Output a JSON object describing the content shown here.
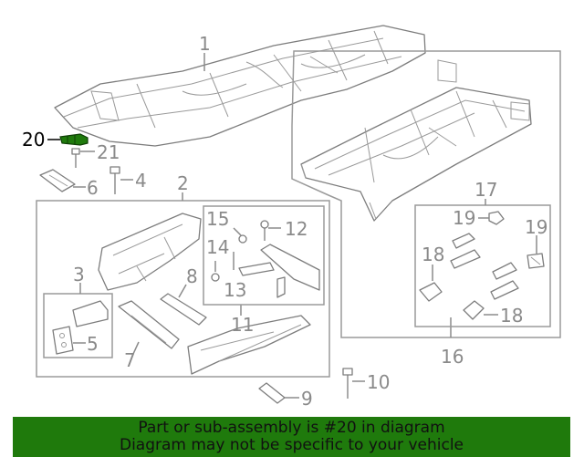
{
  "callouts": {
    "c1": "1",
    "c2": "2",
    "c3": "3",
    "c4": "4",
    "c5": "5",
    "c6": "6",
    "c7": "7",
    "c8": "8",
    "c9": "9",
    "c10": "10",
    "c11": "11",
    "c12": "12",
    "c13": "13",
    "c14": "14",
    "c15": "15",
    "c16": "16",
    "c17": "17",
    "c18a": "18",
    "c18b": "18",
    "c19a": "19",
    "c19b": "19",
    "c20": "20",
    "c21": "21"
  },
  "highlight_color": "#1f7a0c",
  "banner": {
    "line1": "Part or sub-assembly is #20 in diagram",
    "line2": "Diagram may not be specific to your vehicle"
  }
}
